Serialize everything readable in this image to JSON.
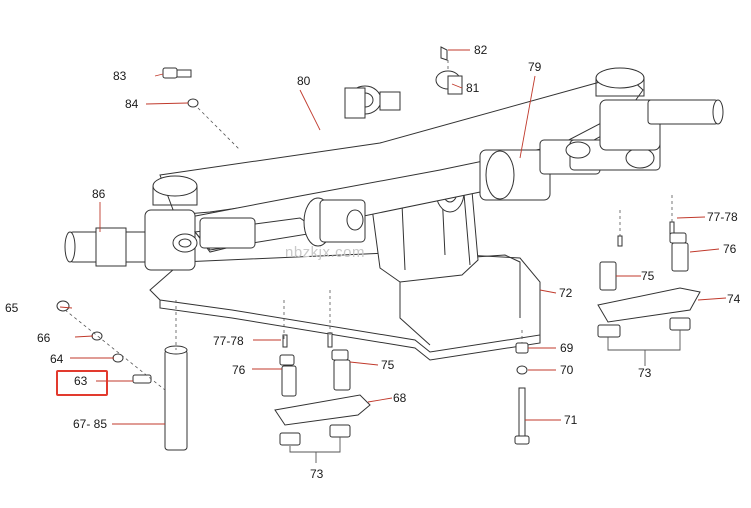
{
  "watermark": "nbzkjx.com",
  "highlight_color": "#e23a2e",
  "leader_color": "#c0392b",
  "line_color": "#333333",
  "callouts": {
    "c63": "63",
    "c64": "64",
    "c65": "65",
    "c66": "66",
    "c67_85": "67- 85",
    "c68": "68",
    "c69": "69",
    "c70": "70",
    "c71": "71",
    "c72": "72",
    "c73a": "73",
    "c73b": "73",
    "c74": "74",
    "c75a": "75",
    "c75b": "75",
    "c76a": "76",
    "c76b": "76",
    "c77a": "77-78",
    "c77b": "77-78",
    "c79": "79",
    "c80": "80",
    "c81": "81",
    "c82": "82",
    "c83": "83",
    "c84": "84",
    "c86": "86"
  },
  "highlighted_callout": "63"
}
